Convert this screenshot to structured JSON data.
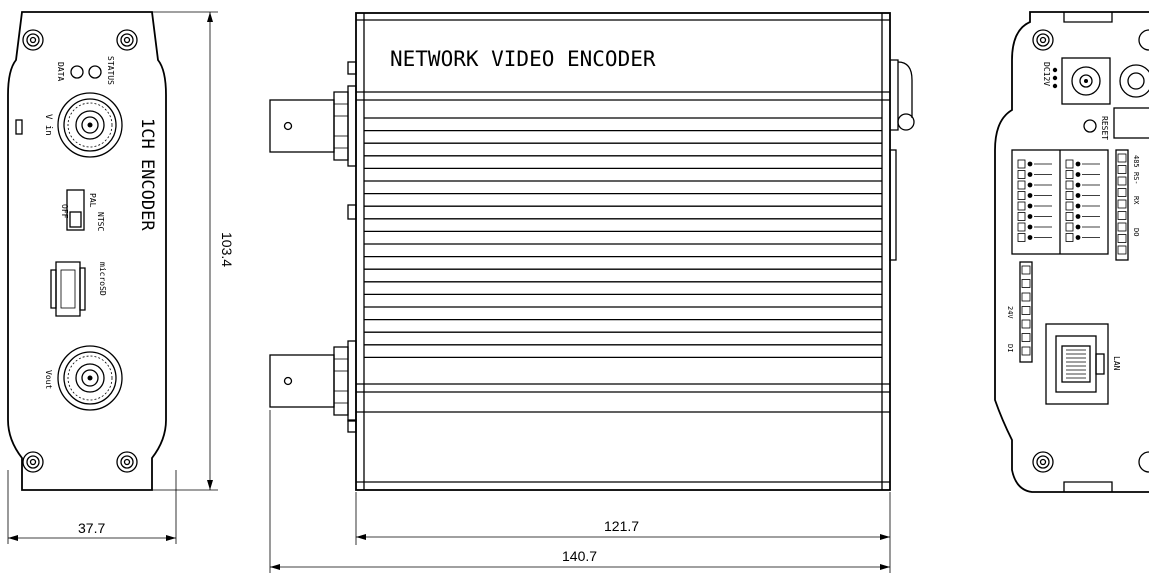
{
  "front_panel": {
    "label_data": "DATA",
    "label_status": "STATUS",
    "label_vin": "V in",
    "label_vout": "Vout",
    "label_pal": "PAL",
    "label_off": "OFF",
    "label_ntsc": "NTSC",
    "label_microsd": "microSD",
    "label_title": "1CH ENCODER"
  },
  "top_view": {
    "label_title": "NETWORK  VIDEO  ENCODER"
  },
  "rear_panel": {
    "label_dc12v": "DC12V",
    "label_reset": "RESET",
    "label_485": "485",
    "label_rs": "RS-",
    "label_rx": "RX",
    "label_do": "DO",
    "label_24v": "24V",
    "label_di": "DI",
    "label_lan": "LAN"
  },
  "dimensions": {
    "height": "103.4",
    "front_width": "37.7",
    "body_length": "121.7",
    "total_length": "140.7"
  }
}
